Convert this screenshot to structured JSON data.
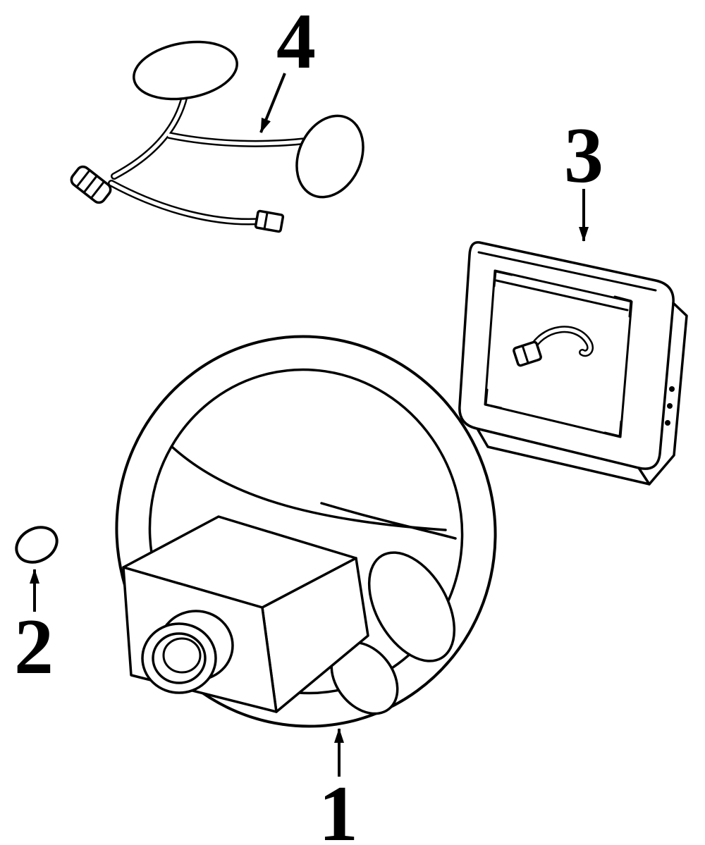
{
  "diagram": {
    "background_color": "#ffffff",
    "ink_color": "#000000",
    "parts": [
      {
        "callout": "1",
        "drawing": "steering-wheel"
      },
      {
        "callout": "2",
        "drawing": "oval-retainer"
      },
      {
        "callout": "3",
        "drawing": "airbag-module-housing"
      },
      {
        "callout": "4",
        "drawing": "clockspring-wire-harness"
      }
    ]
  }
}
